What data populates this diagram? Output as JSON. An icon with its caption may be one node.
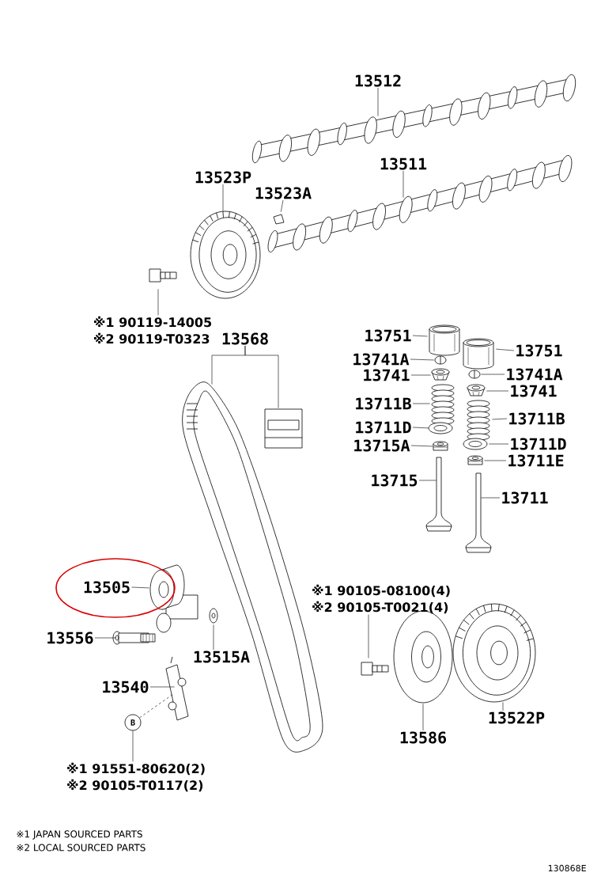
{
  "diagram": {
    "nodes": [
      {
        "text": [
          "13512"
        ]
      },
      {
        "text": [],
        "shape": "picture"
      },
      {
        "text": [
          "13511"
        ]
      },
      {
        "text": [],
        "shape": "picture"
      },
      {
        "text": [
          "13523P"
        ]
      },
      {
        "text": [],
        "shape": "picture"
      },
      {
        "text": [
          "13523A"
        ]
      },
      {
        "text": [],
        "shape": "picture"
      },
      {
        "text": [
          "※1 90119-14005",
          "※2 90119-T0323"
        ]
      },
      {
        "text": [],
        "shape": "picture"
      },
      {
        "text": [
          "13568"
        ]
      },
      {
        "text": [],
        "shape": "picture"
      },
      {
        "text": [],
        "shape": "picture"
      },
      {
        "text": [
          "13751"
        ]
      },
      {
        "text": [],
        "shape": "picture"
      },
      {
        "text": [
          "13741A"
        ]
      },
      {
        "text": [],
        "shape": "picture"
      },
      {
        "text": [
          "13741"
        ]
      },
      {
        "text": [],
        "shape": "picture"
      },
      {
        "text": [
          "13711B"
        ]
      },
      {
        "text": [],
        "shape": "picture"
      },
      {
        "text": [
          "13711D"
        ]
      },
      {
        "text": [],
        "shape": "picture"
      },
      {
        "text": [
          "13715A"
        ]
      },
      {
        "text": [],
        "shape": "picture"
      },
      {
        "text": [
          "13715"
        ]
      },
      {
        "text": [],
        "shape": "picture"
      },
      {
        "text": [
          "13751"
        ]
      },
      {
        "text": [],
        "shape": "picture"
      },
      {
        "text": [
          "13741A"
        ]
      },
      {
        "text": [],
        "shape": "picture"
      },
      {
        "text": [
          "13741"
        ]
      },
      {
        "text": [],
        "shape": "picture"
      },
      {
        "text": [
          "13711B"
        ]
      },
      {
        "text": [],
        "shape": "picture"
      },
      {
        "text": [
          "13711D"
        ]
      },
      {
        "text": [],
        "shape": "picture"
      },
      {
        "text": [
          "13711E"
        ]
      },
      {
        "text": [],
        "shape": "picture"
      },
      {
        "text": [
          "13711"
        ]
      },
      {
        "text": [],
        "shape": "picture"
      },
      {
        "text": [
          "13505"
        ]
      },
      {
        "text": [],
        "shape": "picture"
      },
      {
        "text": [
          "13556"
        ]
      },
      {
        "text": [],
        "shape": "picture"
      },
      {
        "text": [],
        "shape": "picture"
      },
      {
        "text": [
          "13515A"
        ]
      },
      {
        "text": [
          "13540"
        ]
      },
      {
        "text": [],
        "shape": "picture"
      },
      {
        "text": [
          "B"
        ]
      },
      {
        "text": [
          "※1 91551-80620(2)",
          "※2 90105-T0117(2)"
        ]
      },
      {
        "text": [
          "※1 90105-08100(4)",
          "※2 90105-T0021(4)"
        ]
      },
      {
        "text": [],
        "shape": "picture"
      },
      {
        "text": [],
        "shape": "picture"
      },
      {
        "text": [
          "13586"
        ]
      },
      {
        "text": [],
        "shape": "picture"
      },
      {
        "text": [
          "13522P"
        ]
      }
    ],
    "edges": [
      {
        "from": 0,
        "to": 1,
        "arrow": "none"
      },
      {
        "from": 2,
        "to": 3,
        "arrow": "none"
      },
      {
        "from": 4,
        "to": 5,
        "arrow": "none"
      },
      {
        "from": 6,
        "to": 7,
        "arrow": "none"
      },
      {
        "from": 8,
        "to": 9,
        "arrow": "none"
      },
      {
        "from": 10,
        "to": 11,
        "arrow": "none"
      },
      {
        "from": 10,
        "to": 12,
        "arrow": "none"
      },
      {
        "from": 13,
        "to": 14,
        "arrow": "none"
      },
      {
        "from": 15,
        "to": 16,
        "arrow": "none"
      },
      {
        "from": 17,
        "to": 18,
        "arrow": "none"
      },
      {
        "from": 19,
        "to": 20,
        "arrow": "none"
      },
      {
        "from": 21,
        "to": 22,
        "arrow": "none"
      },
      {
        "from": 23,
        "to": 24,
        "arrow": "none"
      },
      {
        "from": 25,
        "to": 26,
        "arrow": "none"
      },
      {
        "from": 27,
        "to": 28,
        "arrow": "none"
      },
      {
        "from": 29,
        "to": 30,
        "arrow": "none"
      },
      {
        "from": 31,
        "to": 32,
        "arrow": "none"
      },
      {
        "from": 33,
        "to": 34,
        "arrow": "none"
      },
      {
        "from": 35,
        "to": 36,
        "arrow": "none"
      },
      {
        "from": 37,
        "to": 38,
        "arrow": "none"
      },
      {
        "from": 39,
        "to": 40,
        "arrow": "none"
      },
      {
        "from": 41,
        "to": 42,
        "arrow": "none"
      },
      {
        "from": 43,
        "to": 44,
        "arrow": "none"
      },
      {
        "from": 46,
        "to": 45,
        "arrow": "none"
      },
      {
        "from": 47,
        "to": 48,
        "arrow": "none"
      },
      {
        "from": 49,
        "to": 48,
        "arrow": "none",
        "style": "dashed"
      },
      {
        "from": 50,
        "to": 49,
        "arrow": "none"
      },
      {
        "from": 51,
        "to": 52,
        "arrow": "none"
      },
      {
        "from": 54,
        "to": 53,
        "arrow": "none"
      },
      {
        "from": 56,
        "to": 55,
        "arrow": "none"
      }
    ],
    "labels": [
      "※1 JAPAN SOURCED PARTS",
      "※2 LOCAL SOURCED PARTS",
      "130868E"
    ]
  }
}
